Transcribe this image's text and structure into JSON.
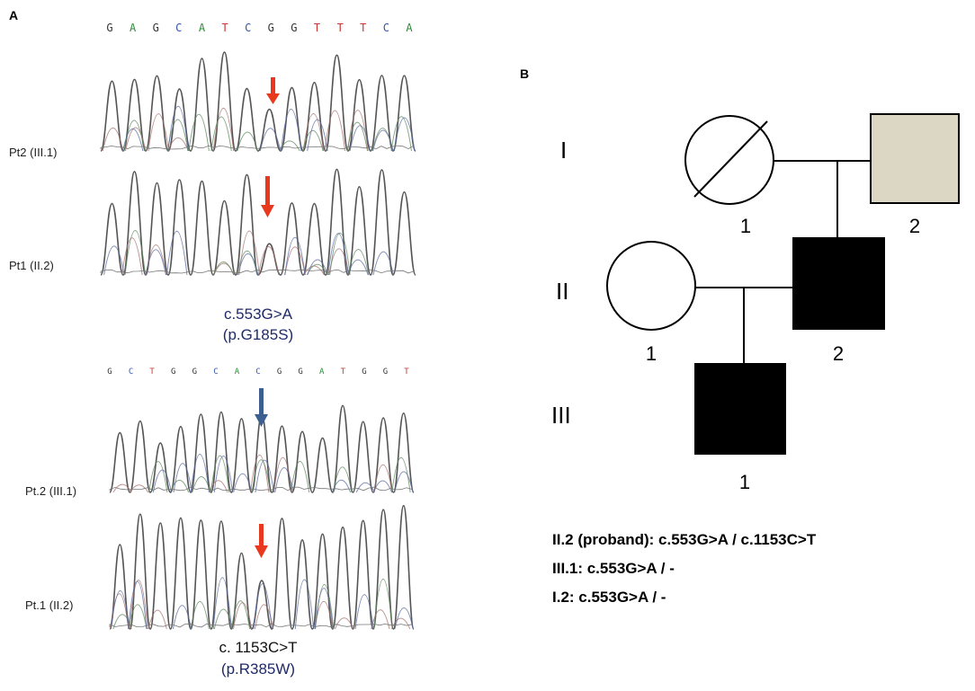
{
  "panel_a": {
    "label": "A",
    "top_pair": {
      "sequence": [
        "G",
        "A",
        "G",
        "C",
        "A",
        "T",
        "C",
        "G",
        "G",
        "T",
        "T",
        "T",
        "C",
        "A"
      ],
      "traces": [
        {
          "sample": "Pt2 (III.1)"
        },
        {
          "sample": "Pt1 (II.2)"
        }
      ],
      "mutation_line1": "c.553G>A",
      "mutation_line2": "(p.G185S)"
    },
    "bottom_pair": {
      "sequence": [
        "G",
        "C",
        "T",
        "G",
        "G",
        "C",
        "A",
        "C",
        "G",
        "G",
        "A",
        "T",
        "G",
        "G",
        "T"
      ],
      "traces": [
        {
          "sample": "Pt.2 (III.1)"
        },
        {
          "sample": "Pt.1 (II.2)"
        }
      ],
      "mutation_line1": "c. 1153C>T",
      "mutation_line2": "(p.R385W)"
    }
  },
  "panel_b": {
    "label": "B",
    "generations": [
      "I",
      "II",
      "III"
    ],
    "individuals": [
      {
        "generation": "I",
        "number": "1"
      },
      {
        "generation": "I",
        "number": "2"
      },
      {
        "generation": "II",
        "number": "1"
      },
      {
        "generation": "II",
        "number": "2"
      },
      {
        "generation": "III",
        "number": "1"
      }
    ],
    "genotypes": [
      "II.2 (proband): c.553G>A / c.1153C>T",
      "III.1: c.553G>A / -",
      "I.2: c.553G>A / -"
    ]
  },
  "colors": {
    "arrow_red": "#e8391e",
    "arrow_blue": "#3d5f8f",
    "mutation_text": "#1f2a6b",
    "carrier_fill": "#dcd6c4",
    "affected_fill": "#000000",
    "trace_line": "#555555"
  }
}
